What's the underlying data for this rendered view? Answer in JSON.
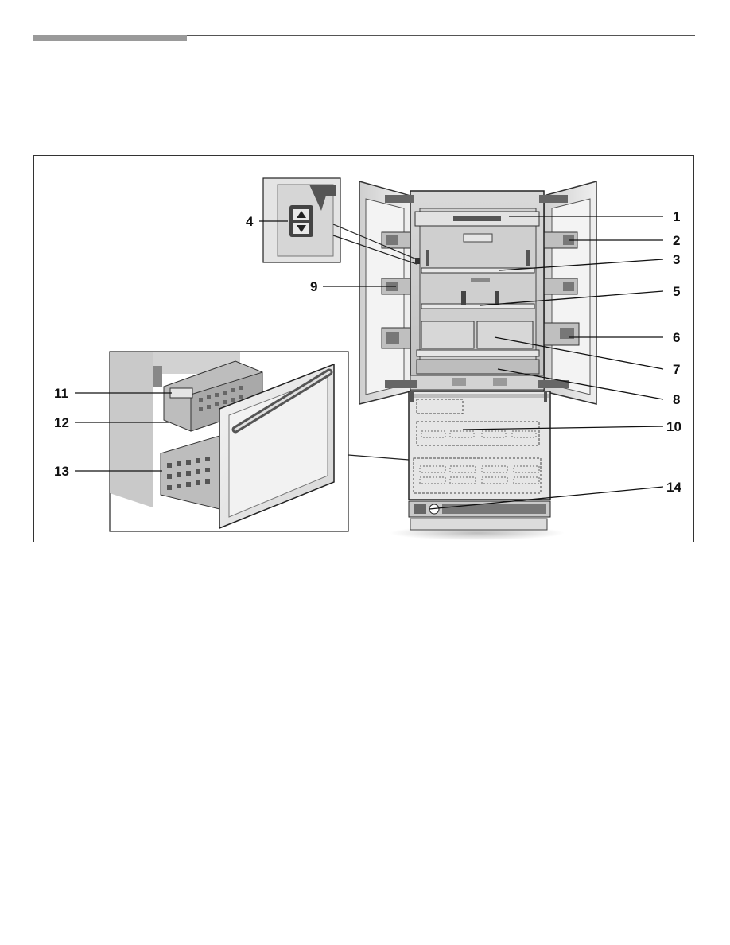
{
  "callouts": {
    "c1": "1",
    "c2": "2",
    "c3": "3",
    "c4": "4",
    "c5": "5",
    "c6": "6",
    "c7": "7",
    "c8": "8",
    "c9": "9",
    "c10": "10",
    "c11": "11",
    "c12": "12",
    "c13": "13",
    "c14": "14"
  },
  "colors": {
    "header_bar": "#9a9a9a",
    "rule": "#555555",
    "frame": "#333333",
    "appliance_gray": "#d4d4d4"
  }
}
